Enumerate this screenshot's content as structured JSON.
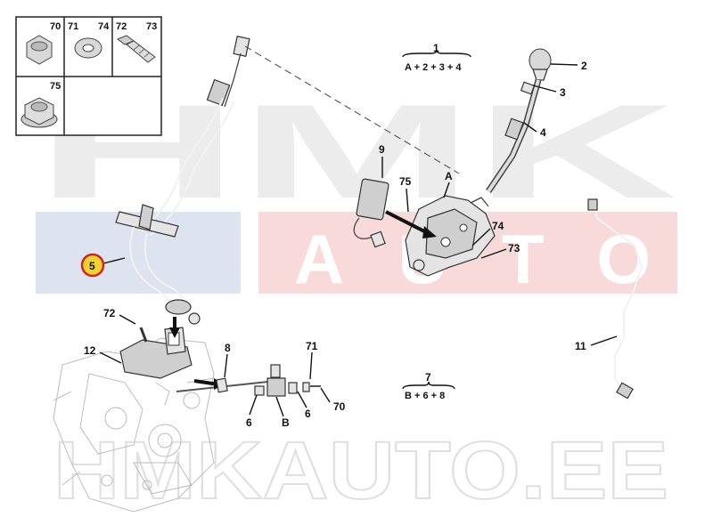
{
  "watermark": {
    "brand_top": "HMK",
    "brand_bottom": "AUTO",
    "site": "HMKAUTO.EE",
    "color_grey": "#e9e9e9",
    "color_red": "#f7d0d0",
    "color_blue": "#d4dcec"
  },
  "highlight_color": "#f2d230",
  "highlight_ring": "#d32323",
  "inset": {
    "cells": [
      {
        "numbers": "70",
        "extra": "",
        "icon": "nut-icon"
      },
      {
        "numbers": "71",
        "extra": "74",
        "icon": "washer-icon"
      },
      {
        "numbers": "72",
        "extra": "73",
        "icon": "bolt-icon"
      },
      {
        "numbers": "75",
        "extra": "",
        "icon": "flange-nut-icon"
      }
    ]
  },
  "groups": [
    {
      "number": "1",
      "formula": "A + 2 + 3 + 4"
    },
    {
      "number": "7",
      "formula": "B + 6 + 8"
    }
  ],
  "callouts": {
    "c2": "2",
    "c3": "3",
    "c4": "4",
    "c5": "5",
    "c6a": "6",
    "c6b": "6",
    "c8": "8",
    "c9": "9",
    "c11": "11",
    "c12": "12",
    "c70": "70",
    "c71": "71",
    "c72": "72",
    "c73": "73",
    "c74": "74",
    "c75": "75",
    "cA": "A",
    "cB": "B"
  }
}
